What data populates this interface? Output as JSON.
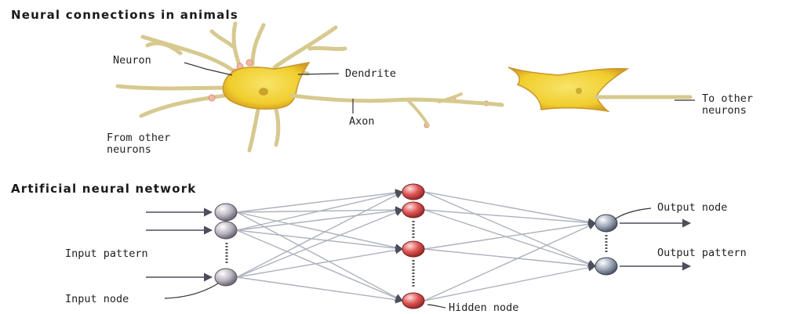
{
  "neuron_section": {
    "title": "Neural connections in animals",
    "labels": {
      "neuron": "Neuron",
      "dendrite": "Dendrite",
      "axon": "Axon",
      "from_other_1": "From other",
      "from_other_2": "neurons",
      "to_other_1": "To other",
      "to_other_2": "neurons"
    },
    "colors": {
      "cell_fill": "#f3d233",
      "cell_edge": "#c8962a",
      "dendrite": "#d7c98f",
      "terminal": "#f1b9a6"
    }
  },
  "network_section": {
    "title": "Artificial neural network",
    "labels": {
      "input_pattern": "Input pattern",
      "input_node": "Input node",
      "hidden_node": "Hidden node",
      "output_node": "Output node",
      "output_pattern": "Output pattern"
    },
    "colors": {
      "input_node": "#b8b3bd",
      "hidden_node": "#e05858",
      "output_node": "#9aa4b4",
      "edge": "#aeb2bd",
      "arrow": "#4b4f5c"
    }
  }
}
